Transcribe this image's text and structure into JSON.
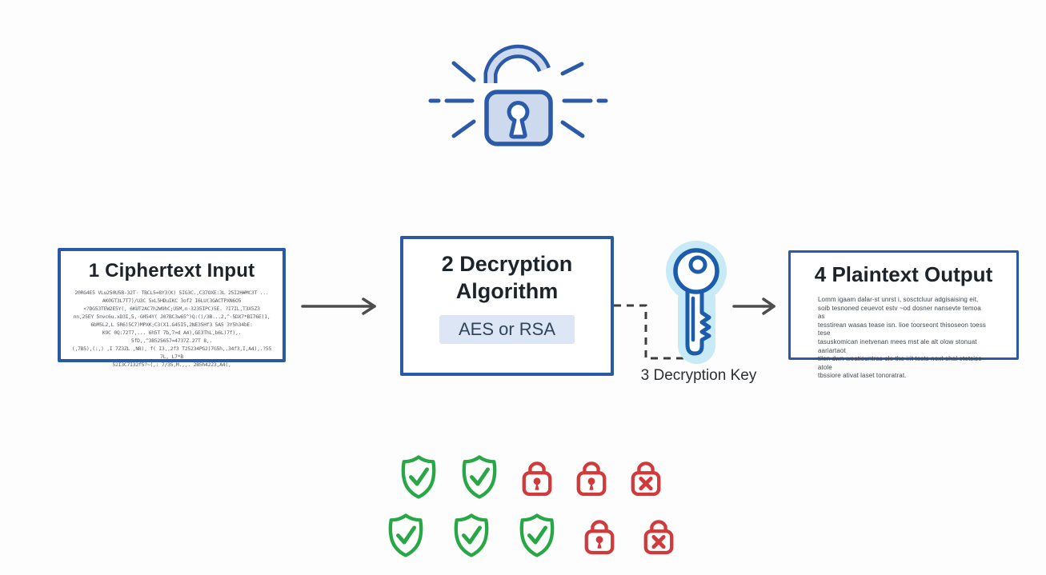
{
  "hero": {
    "icon": "unlocked-padlock-icon"
  },
  "flow": {
    "step1": {
      "title": "1 Ciphertext Input",
      "body": "20RG4E5 VLu250U5B-32T· TBCL5=8Y3(K) 5IG3C.,C37OXE:3L 25I2H#MC3T ...\nAK0GT3L7T7)/U3C 5xL5HDuIKC 3of2 I6LU(3GACTPXN6O5\n<?DG53TEW2E5Y(, 6KUT2AC7h2W9hC;U5M,n·3235IPC)5E. ?I7IL,T3X5Z3\nnn,25EY 5nvc6u.xD3I,5,·GH54Y( J07BC3w65^)Q:()/3B...2,^·5DX7*BI76E)1,\n6bM5L2,L 5R6)5C7)MPXK;C3(X1.G45I5,2NE35Hf3 5A5  3Y5h34bE:\nK9C 0Q:72T7,... 6h5T 7b,7>d A4),GE3ThL,b6L)7f),. 5fD,,^3B525657=4737Z.27T 8,.\n(,7B5),(:,) ,I 7Z3ZL ,N8), f( I3,,2f3 T25234PG2)7G5h,.34f3,I,A4),.?55 7L, L7*B\n52I3C7I32f5?~(,: 7/35,M.,,. 2B5h4223,A4(,"
    },
    "step2": {
      "title_line1": "2 Decryption",
      "title_line2": "Algorithm",
      "badge": "AES or RSA"
    },
    "step3": {
      "label": "3 Decryption Key",
      "icon": "key-icon"
    },
    "step4": {
      "title": "4 Plaintext Output",
      "body": "Lomm igaam dalar-st unrst i, sosctcluur adgisaising eit,\nsoib tesnoned ceuevot estv ~od dosner nansevte temoa as\ntesstirean wasas tease isn. lioe toorseont thisoseon toess tese\ntasuskomican inetvenan mees mst ale alt olow stonuat aariartaot\ntilen dwn woatisuntras ole tho irit tosts noxt shal etetsise atole\ntbssiore ativat laset tonoratrat."
    }
  },
  "security_grid": {
    "rows": [
      [
        "shield-check",
        "shield-check",
        "lock-keyhole",
        "lock-keyhole",
        "lock-x"
      ],
      [
        "shield-check",
        "shield-check",
        "shield-check",
        "lock-keyhole",
        "lock-x"
      ]
    ]
  },
  "colors": {
    "box_border": "#2a5aa5",
    "title_text": "#1d232b",
    "badge_bg": "#dce6f4",
    "badge_text": "#31445c",
    "padlock_stroke": "#2a5aa8",
    "padlock_fill": "#cdd9ec",
    "key_stroke": "#1b5cab",
    "key_glow": "#c7eaf6",
    "arrow_gray": "#4d4d4d",
    "shield_green": "#27a745",
    "lock_red": "#d13a3a"
  }
}
